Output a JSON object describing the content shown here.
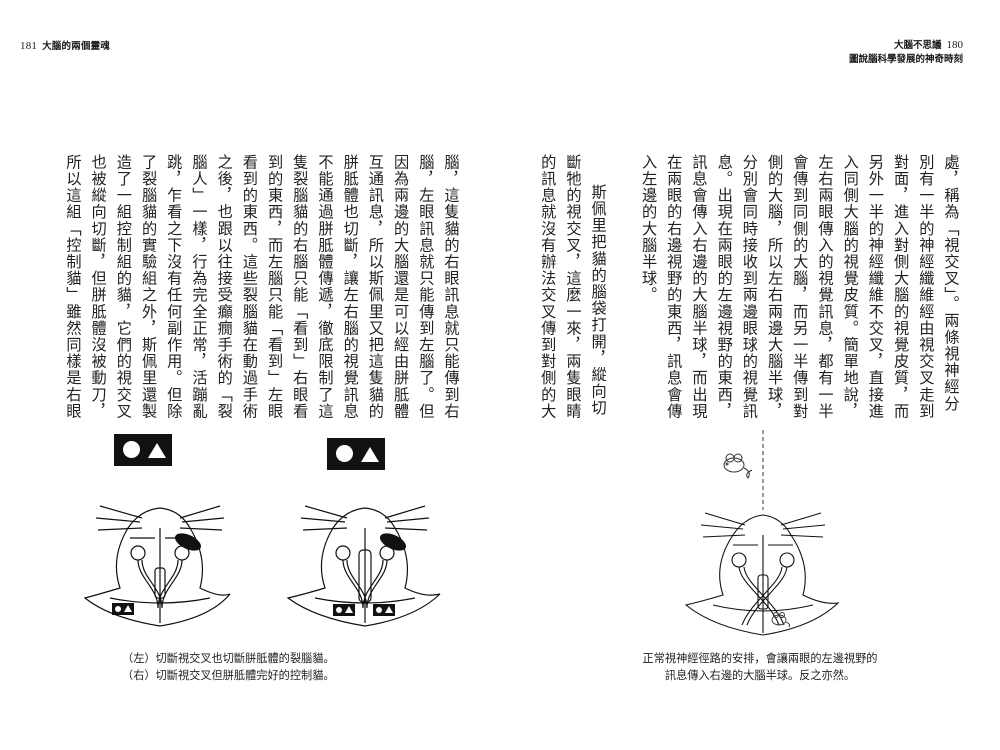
{
  "left_page": {
    "page_number": "181",
    "running_title": "大腦的兩個靈魂",
    "columns": [
      "腦，這隻貓的右眼訊息就只能傳到右",
      "腦，左眼訊息就只能傳到左腦了。但",
      "因為兩邊的大腦還是可以經由胼胝體",
      "互通訊息，所以斯佩里又把這隻貓的",
      "胼胝體也切斷，讓左右腦的視覺訊息",
      "不能通過胼胝體傳遞，徹底限制了這",
      "隻裂腦貓的右腦只能「看到」右眼看",
      "到的東西，而左腦只能「看到」左眼",
      "看到的東西。這些裂腦貓在動過手術",
      "之後，也跟以往接受癲癇手術的「裂",
      "腦人」一樣，行為完全正常，活蹦亂",
      "跳，乍看之下沒有任何副作用。但除",
      "了裂腦貓的實驗組之外，斯佩里還製",
      "造了一組控制組的貓，它們的視交叉",
      "也被縱向切斷，但胼胝體沒被動刀，",
      "所以這組「控制貓」雖然同樣是右眼"
    ],
    "caption": {
      "line1": "（左）切斷視交叉也切斷胼胝體的裂腦貓。",
      "line2": "（右）切斷視交叉但胼胝體完好的控制貓。"
    }
  },
  "right_page": {
    "book_title": "大腦不思議",
    "page_number": "180",
    "book_subtitle": "圖說腦科學發展的神奇時刻",
    "columns": [
      "處，稱為「視交叉」。兩條視神經分",
      "別有一半的神經纖維經由視交叉走到",
      "對面，進入對側大腦的視覺皮質，而",
      "另外一半的神經纖維不交叉，直接進",
      "入同側大腦的視覺皮質。簡單地說，",
      "左右兩眼傳入的視覺訊息，都有一半",
      "會傳到同側的大腦，而另一半傳到對",
      "側的大腦，所以左右兩邊大腦半球，",
      "分別會同時接收到兩邊眼球的視覺訊",
      "息。出現在兩眼的左邊視野的東西，",
      "訊息會傳入右邊的大腦半球，而出現",
      "在兩眼的右邊視野的東西，訊息會傳",
      "入左邊的大腦半球。",
      "斯佩里把貓的腦袋打開，縱向切",
      "斷牠的視交叉，這麼一來，兩隻眼睛",
      "的訊息就沒有辦法交叉傳到對側的大"
    ],
    "caption": {
      "line1": "正常視神經徑路的安排，會讓兩眼的左邊視野的",
      "line2": "訊息傳入右邊的大腦半球。反之亦然。"
    }
  },
  "figures": {
    "split_brain_cat": {
      "stimulus": [
        "circle",
        "triangle"
      ],
      "blind_eye": "right",
      "icon": "cat-brain-split-icon"
    },
    "control_cat": {
      "stimulus": [
        "circle",
        "triangle"
      ],
      "blind_eye": "right",
      "icon": "cat-brain-control-icon"
    },
    "normal_cat": {
      "stimulus": "mouse",
      "icon": "cat-brain-normal-icon"
    }
  }
}
